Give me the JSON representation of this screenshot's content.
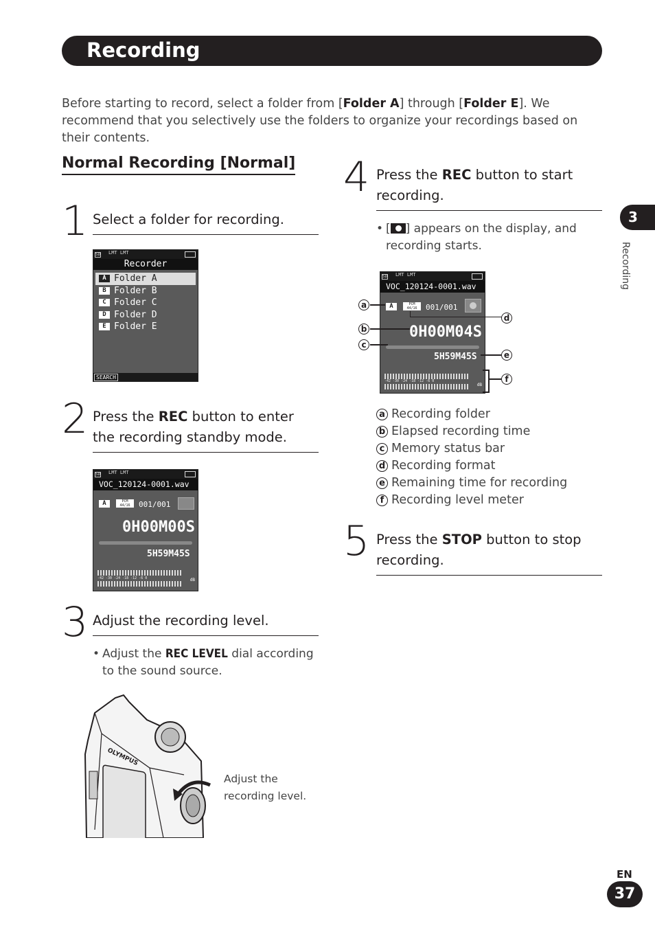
{
  "header": {
    "title": "Recording"
  },
  "intro": {
    "t1": "Before starting to record, select a folder from [",
    "b1": "Folder A",
    "t2": "] through [",
    "b2": "Folder E",
    "t3": "]. We recommend that you selectively use the folders to organize your recordings based on their contents."
  },
  "section_title": "Normal Recording [Normal]",
  "steps": [
    {
      "num": "1",
      "text": "Select a folder for recording."
    },
    {
      "num": "2",
      "pre": "Press the ",
      "bold": "REC",
      "post": " button to enter the recording standby mode."
    },
    {
      "num": "3",
      "text": "Adjust the recording level.",
      "bullet_pre": "Adjust the ",
      "bullet_bold": "REC LEVEL",
      "bullet_post": " dial according to the sound source."
    },
    {
      "num": "4",
      "pre": "Press the ",
      "bold": "REC",
      "post": " button to start recording.",
      "bullet_pre": "[",
      "bullet_post": "] appears on the display, and recording starts."
    },
    {
      "num": "5",
      "pre": "Press the ",
      "bold": "STOP",
      "post": " button to stop recording."
    }
  ],
  "screen1": {
    "status": "LMT  LMT",
    "title": "Recorder",
    "folders": [
      {
        "letter": "A",
        "label": "Folder A"
      },
      {
        "letter": "B",
        "label": "Folder B"
      },
      {
        "letter": "C",
        "label": "Folder C"
      },
      {
        "letter": "D",
        "label": "Folder D"
      },
      {
        "letter": "E",
        "label": "Folder E"
      }
    ],
    "footer": "SEARCH"
  },
  "screen2": {
    "filename": "VOC_120124-0001.wav",
    "folder": "A",
    "format": "PCM 44/16",
    "count": "001/001",
    "elapsed": "0H00M00S",
    "remaining": "5H59M45S"
  },
  "screen4": {
    "filename": "VOC_120124-0001.wav",
    "folder": "A",
    "format": "PCM 44/16",
    "count": "001/001",
    "elapsed": "0H00M04S",
    "remaining": "5H59M45S"
  },
  "meter": {
    "scale": "-42  -30  -24  -18  -12   -6   0",
    "db": "dB"
  },
  "callouts": [
    "a",
    "b",
    "c",
    "d",
    "e",
    "f"
  ],
  "legend": [
    {
      "key": "a",
      "label": "Recording folder"
    },
    {
      "key": "b",
      "label": "Elapsed recording time"
    },
    {
      "key": "c",
      "label": "Memory status bar"
    },
    {
      "key": "d",
      "label": "Recording format"
    },
    {
      "key": "e",
      "label": "Remaining time for recording"
    },
    {
      "key": "f",
      "label": "Recording level meter"
    }
  ],
  "device_caption": {
    "line1": "Adjust the",
    "line2": "recording level."
  },
  "side_tab": {
    "number": "3",
    "label": "Recording"
  },
  "footer": {
    "lang": "EN",
    "page": "37"
  }
}
